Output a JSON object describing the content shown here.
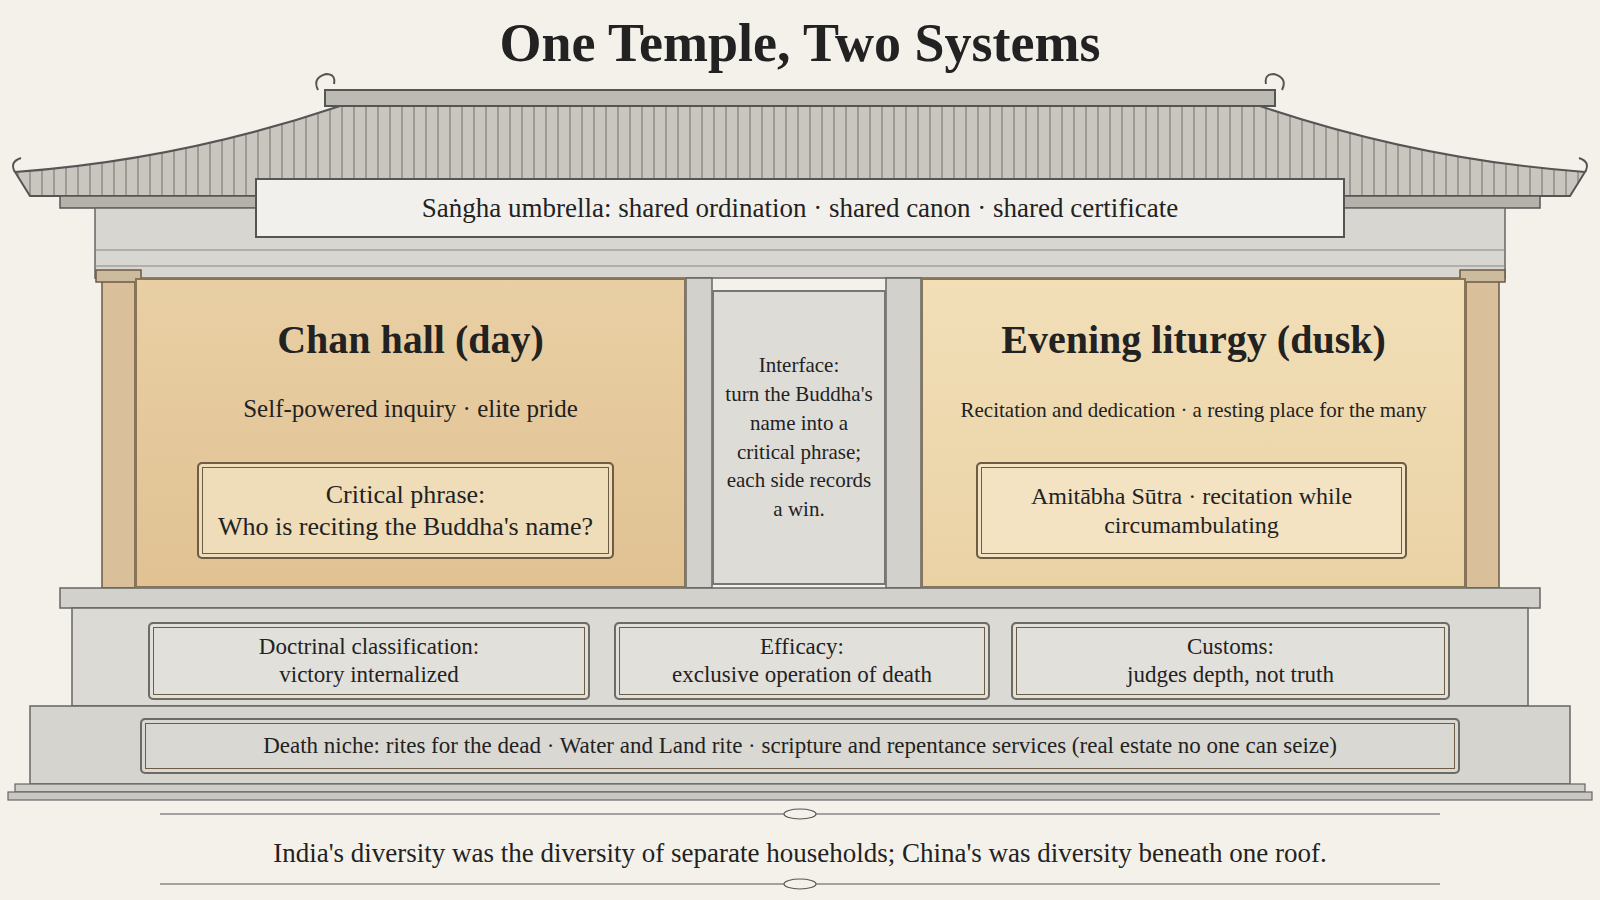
{
  "diagram": {
    "title": "One Temple, Two Systems",
    "caption": "India's diversity was the diversity of separate households; China's was diversity beneath one roof.",
    "nodes": [
      {
        "text": [
          "Saṅgha umbrella: shared ordination · shared canon · shared certificate"
        ]
      },
      {
        "text": [
          "Chan hall (day)",
          "Self-powered inquiry · elite pride"
        ]
      },
      {
        "text": [
          "Critical phrase:",
          "Who is reciting the Buddha's name?"
        ],
        "in": 1
      },
      {
        "text": [
          "Interface:",
          "turn the Buddha's name into a critical phrase; each side records a win."
        ]
      },
      {
        "text": [
          "Evening liturgy (dusk)",
          "Recitation and dedication · a resting place for the many"
        ]
      },
      {
        "text": [
          "Amitābha Sūtra · recitation while circumambulating"
        ],
        "in": 4
      },
      {
        "text": [
          "Doctrinal classification:",
          "victory internalized"
        ]
      },
      {
        "text": [
          "Efficacy:",
          "exclusive operation of death"
        ]
      },
      {
        "text": [
          "Customs:",
          "judges depth, not truth"
        ]
      },
      {
        "text": [
          "Death niche: rites for the dead · Water and Land rite · scripture and repentance services (real estate no one can seize)"
        ]
      }
    ]
  }
}
